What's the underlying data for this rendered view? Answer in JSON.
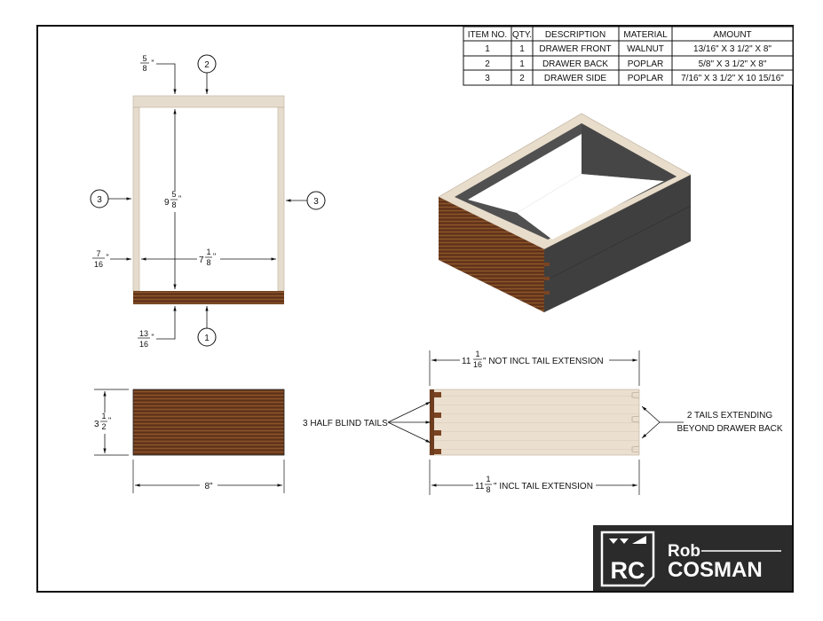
{
  "parts_table": {
    "headers": [
      "ITEM NO.",
      "QTY.",
      "DESCRIPTION",
      "MATERIAL",
      "AMOUNT"
    ],
    "rows": [
      [
        "1",
        "1",
        "DRAWER FRONT",
        "WALNUT",
        "13/16\" X 3 1/2\" X 8\""
      ],
      [
        "2",
        "1",
        "DRAWER BACK",
        "POPLAR",
        "5/8\" X 3 1/2\" X 8\""
      ],
      [
        "3",
        "2",
        "DRAWER SIDE",
        "POPLAR",
        "7/16\" X 3 1/2\" X 10 15/16\""
      ]
    ]
  },
  "top_view": {
    "back_thickness": {
      "num": "5",
      "den": "8",
      "unit": "\""
    },
    "inside_depth": {
      "whole": "9",
      "num": "5",
      "den": "8",
      "unit": "\""
    },
    "side_thickness": {
      "num": "7",
      "den": "16",
      "unit": "\""
    },
    "inside_width": {
      "whole": "7",
      "num": "1",
      "den": "8",
      "unit": "\""
    },
    "front_thickness": {
      "num": "13",
      "den": "16",
      "unit": "\""
    },
    "balloons": [
      "1",
      "2",
      "3",
      "3"
    ]
  },
  "front_view": {
    "height": {
      "whole": "3",
      "num": "1",
      "den": "2",
      "unit": "\""
    },
    "width": "8\""
  },
  "side_view": {
    "length_not_incl": {
      "whole": "11",
      "num": "1",
      "den": "16",
      "suffix": "\" NOT INCL TAIL EXTENSION"
    },
    "length_incl": {
      "whole": "11",
      "num": "1",
      "den": "8",
      "suffix": "\" INCL TAIL EXTENSION"
    },
    "note_left": "3 HALF BLIND TAILS",
    "note_right": [
      "2 TAILS EXTENDING",
      "BEYOND DRAWER BACK"
    ]
  },
  "logo": {
    "monogram": "RC",
    "first": "Rob",
    "last": "COSMAN"
  },
  "colors": {
    "walnut": "#6b3a1c",
    "poplar": "#e8dccb",
    "poplar_edge": "#d5c8b6",
    "dark_side": "#3f3f3f",
    "logo_bg": "#2b2b2b"
  }
}
